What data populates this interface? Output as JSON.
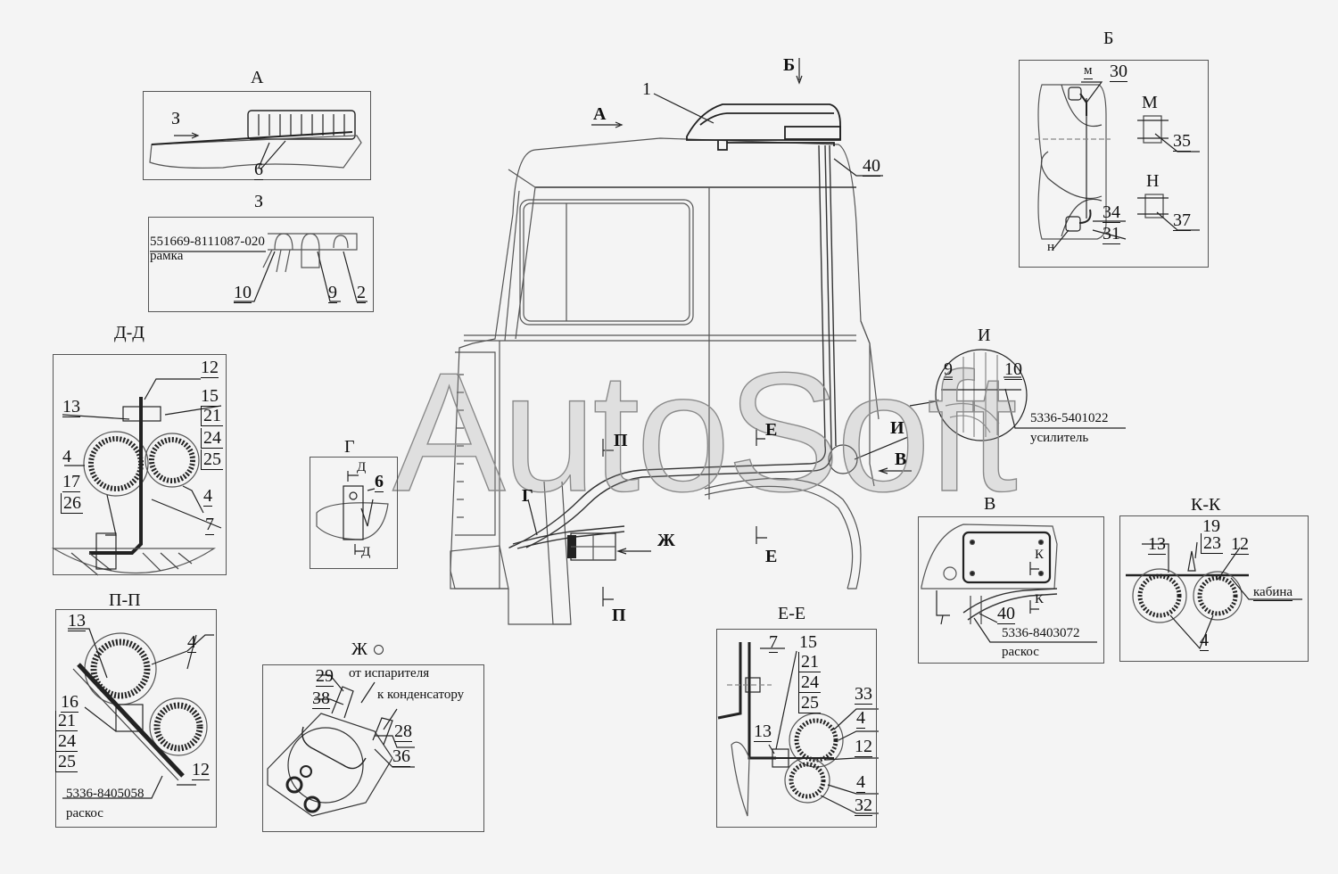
{
  "drawing": {
    "watermark": "AutoSoft",
    "colors": {
      "background": "#f4f4f4",
      "ink": "#111111",
      "line": "#555555"
    }
  },
  "main_view": {
    "callout_1": "1",
    "callout_40": "40",
    "view_A_arrow": "А",
    "view_B_arrow": "Б",
    "view_V_arrow": "В",
    "view_Zh_arrow": "Ж",
    "view_G_ref": "Г",
    "view_I_ref": "И",
    "section_P_top": "П",
    "section_P_bottom": "П",
    "section_E_top": "Е",
    "section_E_bottom": "Е"
  },
  "view_A": {
    "title": "А",
    "sub_arrow": "З",
    "callout": "6"
  },
  "view_Z": {
    "title": "З",
    "part_number": "551669-8111087-020",
    "part_name": "рамка",
    "callouts": [
      "10",
      "9",
      "2"
    ]
  },
  "section_DD": {
    "title": "Д-Д",
    "callouts": {
      "c12": "12",
      "c13": "13",
      "c15": "15",
      "c21": "21",
      "c24": "24",
      "c25": "25",
      "c4a": "4",
      "c4b": "4",
      "c17": "17",
      "c26": "26",
      "c7": "7"
    }
  },
  "view_G": {
    "title": "Г",
    "cut_top": "Д",
    "cut_bottom": "Д",
    "callout": "6"
  },
  "section_PP": {
    "title": "П-П",
    "callouts": {
      "c13": "13",
      "c4": "4",
      "c16": "16",
      "c21": "21",
      "c24": "24",
      "c25": "25",
      "c12": "12"
    },
    "part_number": "5336-8405058",
    "part_name": "раскос"
  },
  "view_Zh": {
    "title": "Ж",
    "note_from": "от испарителя",
    "note_to": "к конденсатору",
    "callouts": {
      "c29": "29",
      "c38": "38",
      "c28": "28",
      "c36": "36"
    }
  },
  "view_B": {
    "title": "Б",
    "callouts": {
      "m": "м",
      "c30": "30",
      "c34": "34",
      "c31": "31",
      "n": "н",
      "M": "М",
      "c35": "35",
      "N": "Н",
      "c37": "37"
    }
  },
  "view_I": {
    "title": "И",
    "callouts": {
      "c9": "9",
      "c10": "10"
    },
    "part_number": "5336-5401022",
    "part_name": "усилитель"
  },
  "view_V": {
    "title": "В",
    "cut_top": "К",
    "cut_bottom": "К",
    "callout": "40",
    "part_number": "5336-8403072",
    "part_name": "раскос"
  },
  "section_KK": {
    "title": "К-К",
    "callouts": {
      "c19": "19",
      "c23": "23",
      "c13": "13",
      "c12": "12",
      "c4": "4"
    },
    "part_name": "кабина"
  },
  "section_EE": {
    "title": "Е-Е",
    "callouts": {
      "c7": "7",
      "c15": "15",
      "c21": "21",
      "c24": "24",
      "c25": "25",
      "c33": "33",
      "c4a": "4",
      "c13": "13",
      "c12": "12",
      "c4b": "4",
      "c32": "32"
    }
  }
}
